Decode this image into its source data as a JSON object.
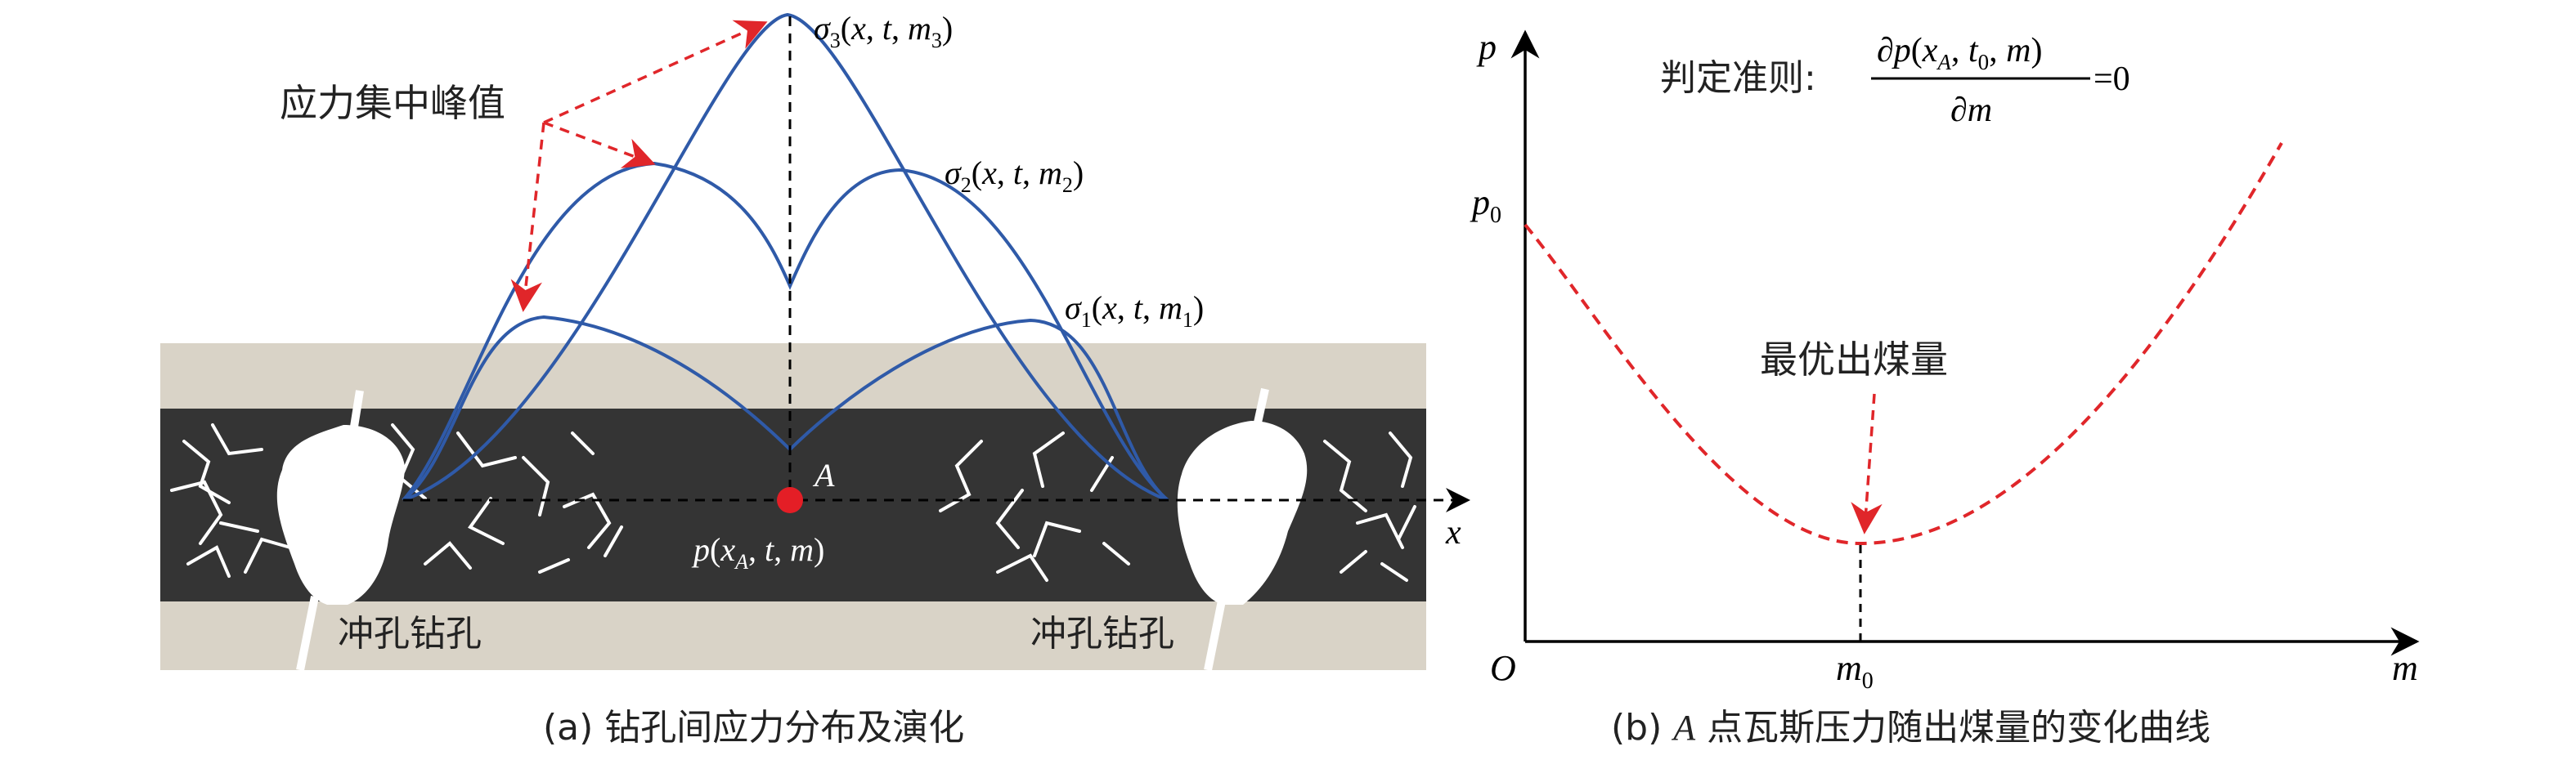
{
  "panel_a": {
    "caption": "(a) 钻孔间应力分布及演化",
    "peak_label": "应力集中峰值",
    "hole_left_label": "冲孔钻孔",
    "hole_right_label": "冲孔钻孔",
    "axis_x": "x",
    "point_label": "A",
    "point_expr": "p(x_A, t, m)",
    "curves": [
      {
        "label": "σ1(x, t, m1)"
      },
      {
        "label": "σ2(x, t, m2)"
      },
      {
        "label": "σ3(x, t, m3)"
      }
    ],
    "colors": {
      "coal": "#343434",
      "rock": "#d8d2c6",
      "curve": "#2f5aa8",
      "arrow": "#e0262a",
      "point": "#e41e26"
    }
  },
  "panel_b": {
    "caption_prefix": "(b) ",
    "caption_italic": "A",
    "caption_rest": " 点瓦斯压力随出煤量的变化曲线",
    "y_axis_label": "p",
    "x_axis_label": "m",
    "origin_label": "O",
    "p0_label": "p0",
    "m0_label": "m0",
    "criterion_label": "判定准则:",
    "criterion_numerator": "∂p(x_A, t_0, m)",
    "criterion_denominator": "∂m",
    "criterion_equals": "=0",
    "optimum_label": "最优出煤量",
    "colors": {
      "curve": "#e0262a"
    }
  }
}
